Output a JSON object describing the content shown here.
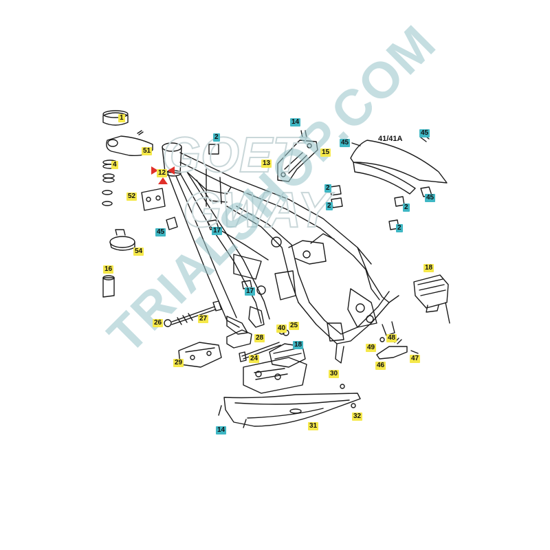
{
  "watermark": {
    "brand_line1": "GOET",
    "brand_line2": "GWAY",
    "site": "TRIALSHOP.COM"
  },
  "colors": {
    "yellow_label": "#f5e84a",
    "teal_label": "#3fb7c4",
    "marker": "#e0302a",
    "line_art": "#1a1a1a",
    "watermark": "#9cc6cb"
  },
  "callouts": [
    {
      "id": "c1",
      "text": "1",
      "style": "yellow"
    },
    {
      "id": "c51",
      "text": "51",
      "style": "yellow"
    },
    {
      "id": "c4",
      "text": "4",
      "style": "yellow"
    },
    {
      "id": "c12",
      "text": "12",
      "style": "yellow"
    },
    {
      "id": "c52",
      "text": "52",
      "style": "yellow"
    },
    {
      "id": "c45a",
      "text": "45",
      "style": "teal"
    },
    {
      "id": "c54",
      "text": "54",
      "style": "yellow"
    },
    {
      "id": "c16",
      "text": "16",
      "style": "yellow"
    },
    {
      "id": "c2a",
      "text": "2",
      "style": "teal"
    },
    {
      "id": "c17a",
      "text": "17",
      "style": "teal"
    },
    {
      "id": "c17b",
      "text": "17",
      "style": "teal"
    },
    {
      "id": "c14a",
      "text": "14",
      "style": "teal"
    },
    {
      "id": "c13",
      "text": "13",
      "style": "yellow"
    },
    {
      "id": "c15",
      "text": "15",
      "style": "yellow"
    },
    {
      "id": "c45b",
      "text": "45",
      "style": "teal"
    },
    {
      "id": "c41",
      "text": "41/41A",
      "style": "plain"
    },
    {
      "id": "c45c",
      "text": "45",
      "style": "teal"
    },
    {
      "id": "c45d",
      "text": "45",
      "style": "teal"
    },
    {
      "id": "c2b",
      "text": "2",
      "style": "teal"
    },
    {
      "id": "c2c",
      "text": "2",
      "style": "teal"
    },
    {
      "id": "c2d",
      "text": "2",
      "style": "teal"
    },
    {
      "id": "c2e",
      "text": "2",
      "style": "teal"
    },
    {
      "id": "c18a",
      "text": "18",
      "style": "yellow"
    },
    {
      "id": "c26",
      "text": "26",
      "style": "yellow"
    },
    {
      "id": "c27",
      "text": "27",
      "style": "yellow"
    },
    {
      "id": "c40",
      "text": "40",
      "style": "yellow"
    },
    {
      "id": "c25",
      "text": "25",
      "style": "yellow"
    },
    {
      "id": "c28",
      "text": "28",
      "style": "yellow"
    },
    {
      "id": "c18b",
      "text": "18",
      "style": "teal"
    },
    {
      "id": "c29",
      "text": "29",
      "style": "yellow"
    },
    {
      "id": "c24",
      "text": "24",
      "style": "yellow"
    },
    {
      "id": "c49",
      "text": "49",
      "style": "yellow"
    },
    {
      "id": "c48",
      "text": "48",
      "style": "yellow"
    },
    {
      "id": "c47",
      "text": "47",
      "style": "yellow"
    },
    {
      "id": "c46",
      "text": "46",
      "style": "yellow"
    },
    {
      "id": "c30",
      "text": "30",
      "style": "yellow"
    },
    {
      "id": "c32",
      "text": "32",
      "style": "yellow"
    },
    {
      "id": "c14b",
      "text": "14",
      "style": "teal"
    },
    {
      "id": "c31",
      "text": "31",
      "style": "yellow"
    }
  ]
}
